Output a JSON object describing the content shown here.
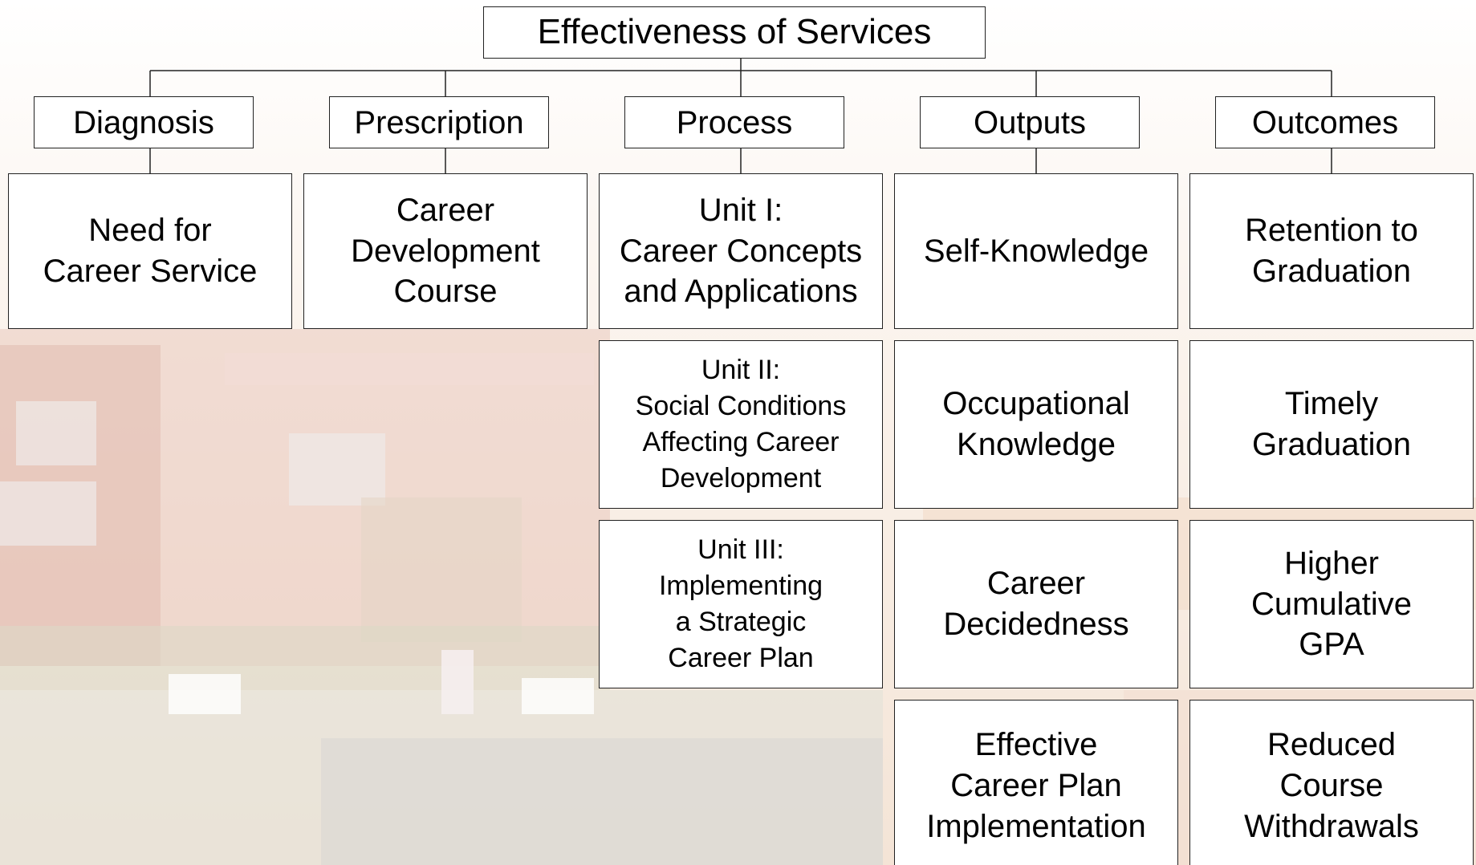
{
  "title": "Effectiveness of Services",
  "categories": [
    {
      "key": "diagnosis",
      "label": "Diagnosis"
    },
    {
      "key": "prescription",
      "label": "Prescription"
    },
    {
      "key": "process",
      "label": "Process"
    },
    {
      "key": "outputs",
      "label": "Outputs"
    },
    {
      "key": "outcomes",
      "label": "Outcomes"
    }
  ],
  "columns": {
    "diagnosis": [
      "Need for\nCareer Service"
    ],
    "prescription": [
      "Career\nDevelopment\nCourse"
    ],
    "process": [
      "Unit I:\nCareer Concepts\nand Applications",
      "Unit II:\nSocial Conditions\nAffecting Career\nDevelopment",
      "Unit III:\nImplementing\na Strategic\nCareer Plan"
    ],
    "outputs": [
      "Self-Knowledge",
      "Occupational\nKnowledge",
      "Career\nDecidedness",
      "Effective\nCareer Plan\nImplementation"
    ],
    "outcomes": [
      "Retention to\nGraduation",
      "Timely\nGraduation",
      "Higher\nCumulative\nGPA",
      "Reduced\nCourse\nWithdrawals"
    ]
  }
}
